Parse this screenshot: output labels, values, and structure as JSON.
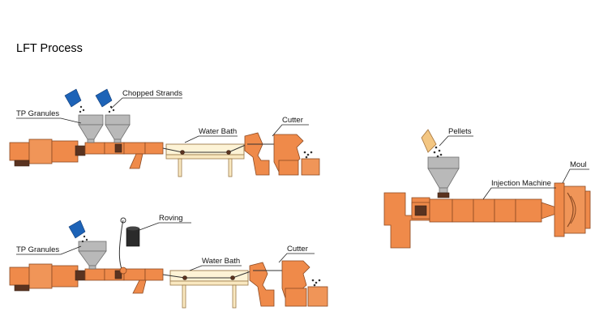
{
  "title": "LFT Process",
  "line1": {
    "tp_granules": "TP Granules",
    "chopped_strands": "Chopped Strands",
    "water_bath": "Water Bath",
    "cutter": "Cutter"
  },
  "line2": {
    "tp_granules": "TP Granules",
    "roving": "Roving",
    "water_bath": "Water Bath",
    "cutter": "Cutter"
  },
  "injection": {
    "pellets": "Pellets",
    "injection_machine": "Injection Machine",
    "mould": "Moul"
  },
  "colors": {
    "machine": "#ef8a4a",
    "hopper": "#b9b9b9",
    "granule_bag": "#1d63b7",
    "water_bath": "#fdf3d6"
  }
}
